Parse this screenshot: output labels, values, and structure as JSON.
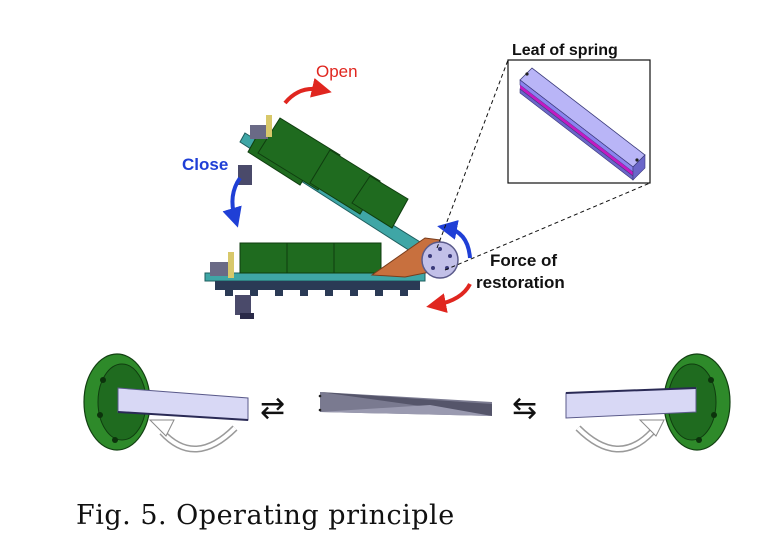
{
  "labels": {
    "open": "Open",
    "close": "Close",
    "force_line1": "Force of",
    "force_line2": "restoration",
    "leaf": "Leaf of spring"
  },
  "symbols": {
    "swap_left": "⇄",
    "swap_right": "⇆"
  },
  "caption": "Fig. 5. Operating principle",
  "colors": {
    "open_arrow": "#e0261f",
    "close_arrow": "#1f3fd6",
    "panel_green": "#1f6b1f",
    "rail_teal": "#3fa6a6",
    "hinge_copper": "#c8703e",
    "leaf_lavender": "#8a84ee",
    "leaf_magenta": "#c21ac2",
    "flange_green": "#2e8a2a"
  },
  "icons": [
    "open-arrow-icon",
    "close-arrow-icon",
    "restoration-arrow-up-icon",
    "restoration-arrow-down-icon",
    "bend-arrow-icon"
  ]
}
